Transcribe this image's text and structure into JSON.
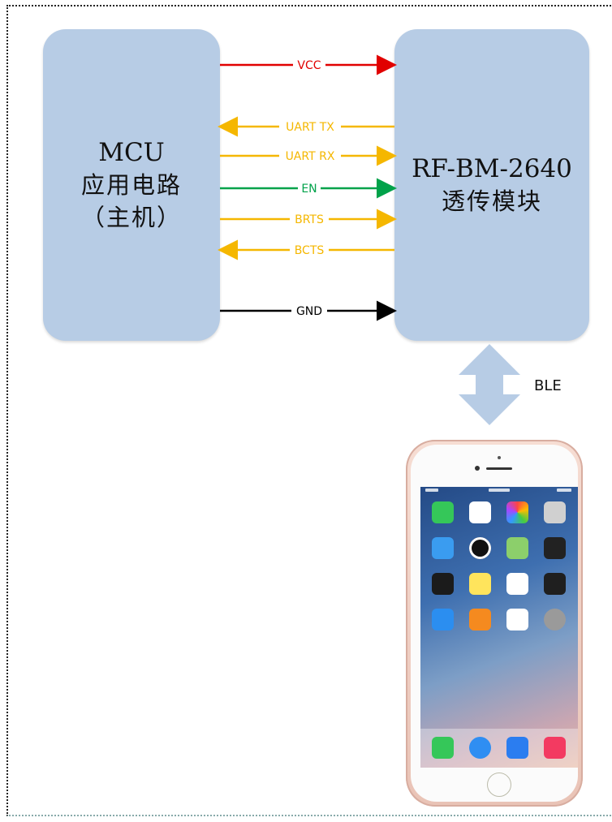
{
  "mcu_block": {
    "line1": "MCU",
    "line2": "应用电路",
    "line3": "（主机）"
  },
  "rf_block": {
    "line1": "RF-BM-2640",
    "line2": "透传模块"
  },
  "signals": [
    {
      "label": "VCC",
      "direction": "to-module",
      "color": "#e10000"
    },
    {
      "label": "UART TX",
      "direction": "to-mcu",
      "color": "#f5b700"
    },
    {
      "label": "UART RX",
      "direction": "to-module",
      "color": "#f5b700"
    },
    {
      "label": "EN",
      "direction": "to-module",
      "color": "#00a24a"
    },
    {
      "label": "BRTS",
      "direction": "to-module",
      "color": "#f5b700"
    },
    {
      "label": "BCTS",
      "direction": "to-mcu",
      "color": "#f5b700"
    },
    {
      "label": "GND",
      "direction": "to-module",
      "color": "#000000"
    }
  ],
  "wireless": {
    "label": "BLE",
    "arrow_color": "#b7cce5"
  }
}
